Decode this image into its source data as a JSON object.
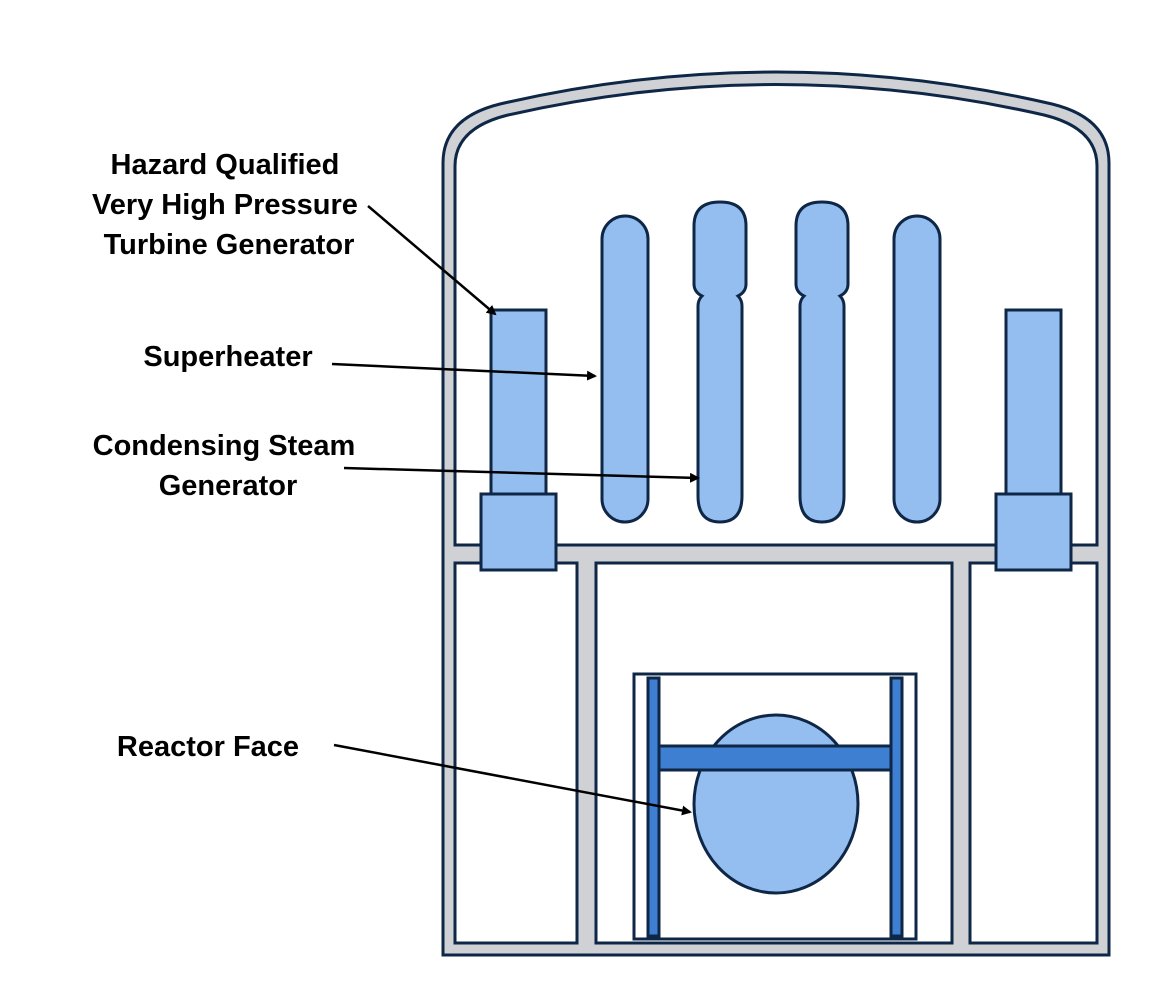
{
  "labels": {
    "turbine_generator": [
      "Hazard Qualified",
      "Very High Pressure",
      "Turbine Generator"
    ],
    "superheater": "Superheater",
    "condensing_steam_generator": [
      "Condensing Steam",
      "Generator"
    ],
    "reactor_face": "Reactor Face"
  },
  "colors": {
    "outline": "#0f2747",
    "wall_fill": "#cfd1d4",
    "component_fill": "#94bdf0",
    "frame_fill": "#3f7fd2",
    "arrow": "#000000",
    "background": "#ffffff"
  }
}
